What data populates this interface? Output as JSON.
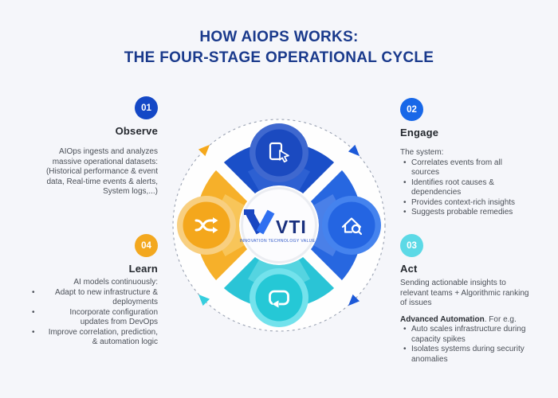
{
  "title": {
    "line1": "HOW AIOPS WORKS:",
    "line2": "THE FOUR-STAGE OPERATIONAL CYCLE"
  },
  "stages": [
    {
      "number": "01",
      "name": "Observe",
      "badge_color": "#1448c6",
      "body": "AIOps ingests and analyzes\nmassive operational datasets:\n(Historical performance & event\ndata, Real-time events & alerts,\nSystem logs,...)"
    },
    {
      "number": "02",
      "name": "Engage",
      "badge_color": "#1868e8",
      "intro": "The system:",
      "bullets": [
        "Correlates events from all sources",
        "Identifies root causes & dependencies",
        "Provides context-rich insights",
        "Suggests probable remedies"
      ]
    },
    {
      "number": "03",
      "name": "Act",
      "badge_color": "#5cd9e6",
      "intro": "Sending actionable insights to relevant teams + Algorithmic ranking of issues",
      "bold_lead": "Advanced Automation",
      "bold_rest": ". For e.g.",
      "bullets": [
        "Auto scales infrastructure during capacity spikes",
        "Isolates systems during security anomalies"
      ]
    },
    {
      "number": "04",
      "name": "Learn",
      "badge_color": "#f3a81f",
      "intro": "AI models continuously:",
      "bullets": [
        "Adapt to new infrastructure & deployments",
        "Incorporate configuration updates from DevOps",
        "Improve correlation, prediction, & automation logic"
      ]
    }
  ],
  "diagram": {
    "logo": {
      "text": "VTI",
      "tagline": "INNOVATION TECHNOLOGY VALUE"
    },
    "segments": [
      {
        "id": "observe",
        "color": "#1a4fc8",
        "facet": "#2d60d2",
        "icon": "log-cursor-icon"
      },
      {
        "id": "engage",
        "color": "#2767e0",
        "facet": "#4a80e8",
        "icon": "home-search-icon"
      },
      {
        "id": "act",
        "color": "#2ac4d6",
        "facet": "#55d4e0",
        "icon": "sync-loop-icon"
      },
      {
        "id": "learn",
        "color": "#f6b02a",
        "facet": "#f8c559",
        "icon": "shuffle-icon"
      }
    ],
    "cycle_arrow_colors": {
      "top_left": "#f5a81c",
      "top_right": "#1c59d8",
      "bottom_right": "#1c59d8",
      "bottom_left": "#35cede"
    }
  }
}
